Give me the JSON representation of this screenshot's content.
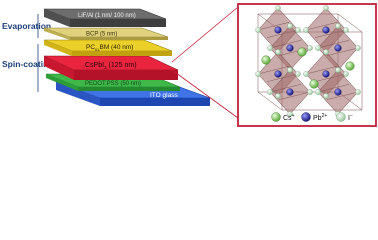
{
  "process_labels": {
    "evaporation": "Evaporation",
    "spin_coating": "Spin-coating"
  },
  "layers": {
    "lif_al": "LiF/Al (1 nm/ 100 nm)",
    "bcp": "BCP (5 nm)",
    "pcbm": "PC",
    "pcbm_sub": "61",
    "pcbm_rest": "BM (40 nm)",
    "perovskite": "CsPbI",
    "perovskite_sub": "3",
    "perovskite_rest": " (125 nm)",
    "pedot": "PEDOT:PSS (50 nm)",
    "ito": "ITO glass"
  },
  "legend": {
    "cs": "Cs",
    "cs_charge": "+",
    "pb": "Pb",
    "pb_charge": "2+",
    "i": "I",
    "i_charge": "−"
  },
  "colors": {
    "lif_al": "#5f5f5f",
    "bcp": "#d9c96a",
    "pcbm": "#e3c81f",
    "perovskite": "#d9203e",
    "pedot": "#3fb849",
    "ito": "#2d5fd6",
    "crystal_frame": "#b01e2a",
    "octahedron": "#a06868",
    "cs_atom": "#8fd16f",
    "pb_atom": "#2b2a9c",
    "i_atom": "#c6e5c8"
  }
}
